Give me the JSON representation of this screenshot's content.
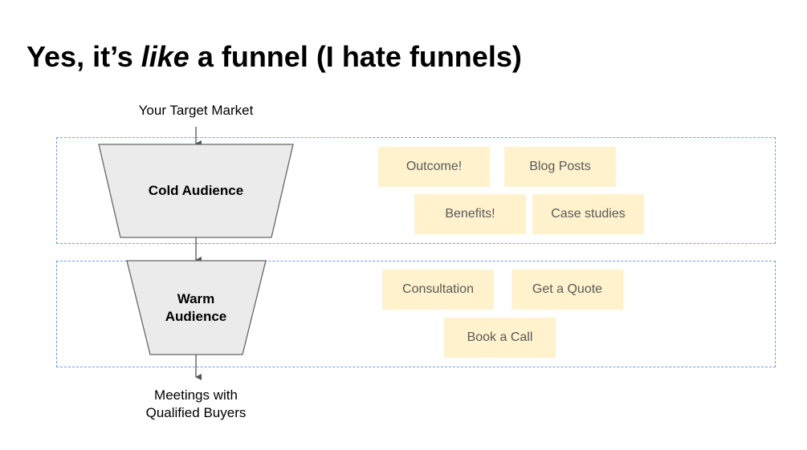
{
  "title": {
    "before": "Yes, it’s ",
    "emphasis": "like",
    "after": " a funnel (I hate funnels)"
  },
  "funnel": {
    "input_label": "Your Target Market",
    "output_label_line1": "Meetings with",
    "output_label_line2": "Qualified Buyers",
    "stages": [
      {
        "name": "Cold Audience",
        "label_lines": [
          "Cold Audience"
        ],
        "tactics": [
          "Outcome!",
          "Blog Posts",
          "Benefits!",
          "Case studies"
        ]
      },
      {
        "name": "Warm Audience",
        "label_lines": [
          "Warm",
          "Audience"
        ],
        "tactics": [
          "Consultation",
          "Get a Quote",
          "Book a Call"
        ]
      }
    ]
  },
  "colors": {
    "group_border": "#6d9eeb",
    "stage_fill": "#ebebeb",
    "stage_stroke": "#666666",
    "note_fill": "#fff2cc",
    "note_text": "#595959"
  }
}
